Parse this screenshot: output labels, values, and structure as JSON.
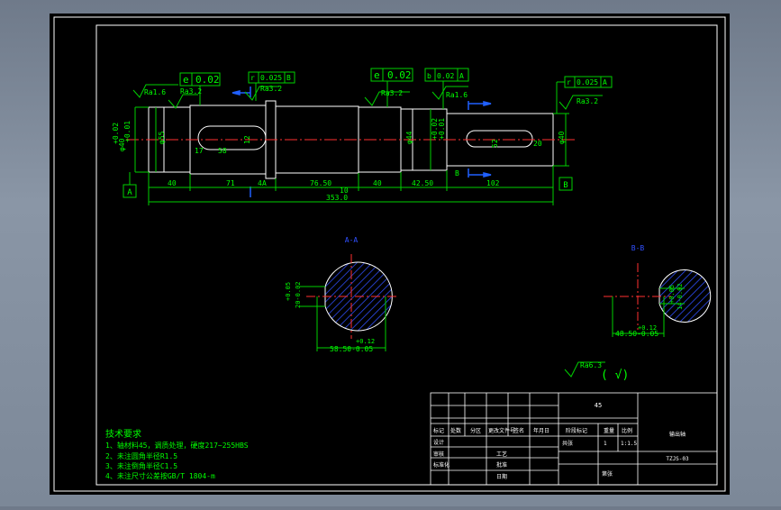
{
  "datums": {
    "a": "A",
    "b": "B"
  },
  "tolerances": {
    "runout1": "0.02",
    "runout2": "0.025",
    "runout3": "0.02",
    "parallel": "0.02",
    "runout4": "0.025",
    "sym_e": "e",
    "sym_r": "r",
    "sym_b": "b"
  },
  "roughness": {
    "r1": "Ra1.6",
    "r2": "Ra3.2",
    "r3": "Ra3.2",
    "r4": "Ra3.2",
    "r5": "Ra1.6",
    "r6": "Ra3.2",
    "general": "Ra6.3",
    "general_mark": "( √)"
  },
  "dimensions": {
    "d40": "40",
    "d71": "71",
    "d76": "76.50",
    "d40b": "40",
    "d42": "42.50",
    "d102": "102",
    "total": "353.0",
    "small_12": "12",
    "small_17": "17",
    "small_10": "10",
    "small_58": "58",
    "small_20": "20",
    "small_52": "52",
    "small_4": "4",
    "dia_left": "φ40",
    "dia_left_tol": "+0.02",
    "dia_left_tol2": "+0.01",
    "dia_55": "φ55",
    "dia_right": "φ40",
    "dia_mid": "φ44",
    "dia_mid_tol": "+0.02",
    "dia_mid_tol2": "+0.01"
  },
  "sections": {
    "aa_label": "A-A",
    "bb_label": "B-B",
    "aa_top_tol": "+0.12",
    "aa_width": "58.50-0.05",
    "aa_key_tol": "+0.05",
    "aa_key": "20-0.02",
    "bb_top_tol": "+0.12",
    "bb_width": "48.50-0.05",
    "bb_key_tol": "+0.05",
    "bb_key": "14-0.02"
  },
  "notes": {
    "title": "技术要求",
    "items": [
      "1、轴材料45，调质处理，硬度217~255HBS",
      "2、未注圆角半径R1.5",
      "3、未注倒角半径C1.5",
      "4、未注尺寸公差按GB/T 1804-m"
    ]
  },
  "title_block": {
    "material": "45",
    "headers": [
      "标记",
      "处数",
      "分区",
      "更改文件号",
      "签名",
      "年月日"
    ],
    "row_design": "设计",
    "row_check": "审核",
    "row_std": "标准化",
    "row_process": "工艺",
    "row_approve": "批准",
    "row_date": "日期",
    "stage_label": "阶段标记",
    "weight_label": "重量",
    "scale_label": "比例",
    "scale_value": "1:1.5",
    "sheet": "共张",
    "drawing_name": "输出轴",
    "drawing_code": "TZJS-03",
    "page": "第张",
    "qty": "1"
  },
  "colors": {
    "background": "#000000",
    "frame": "#ffffff",
    "outline": "#ffffff",
    "dimension": "#00ff00",
    "center": "#ff3030",
    "hatch": "#3050ff",
    "arrow": "#2060ff",
    "label": "#3050ff"
  }
}
